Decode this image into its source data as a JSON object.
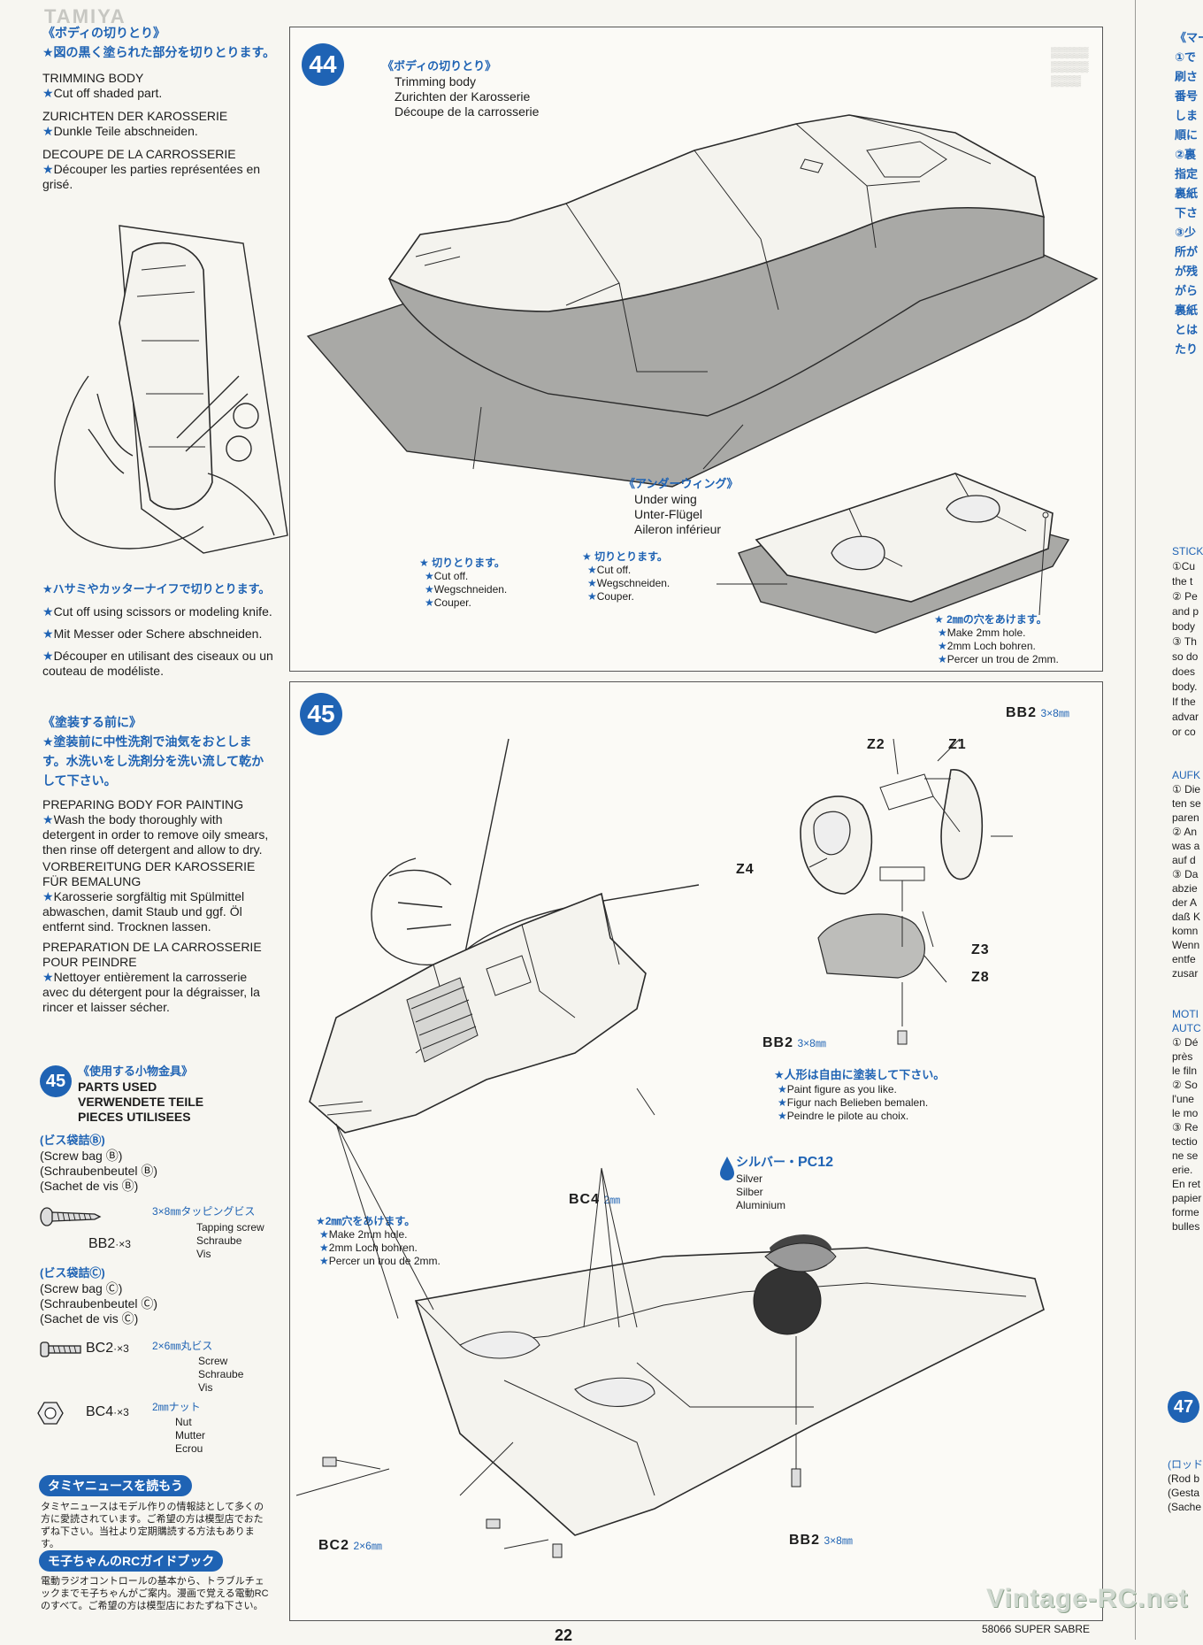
{
  "header": {
    "brand": "TAMIYA"
  },
  "left": {
    "trim": {
      "jp_title": "《ボディの切りとり》",
      "jp_text": "★図の黒く塗られた部分を切りとります。",
      "en_title": "TRIMMING BODY",
      "en_text": "Cut off shaded part.",
      "de_title": "ZURICHTEN DER KAROSSERIE",
      "de_text": "Dunkle Teile abschneiden.",
      "fr_title": "DECOUPE DE LA CARROSSERIE",
      "fr_text": "Découper les parties représentées en grisé."
    },
    "scissors": {
      "jp": "★ハサミやカッターナイフで切りとります。",
      "en": "Cut off using scissors or modeling knife.",
      "de": "Mit Messer oder Schere abschneiden.",
      "fr": "Découper en utilisant des ciseaux ou un couteau de modéliste."
    },
    "paint": {
      "jp_title": "《塗装する前に》",
      "jp_text": "★塗装前に中性洗剤で油気をおとします。水洗いをし洗剤分を洗い流して乾かして下さい。",
      "en_title": "PREPARING BODY FOR PAINTING",
      "en_text": "Wash the body thoroughly with detergent in order to remove oily smears, then rinse off detergent and allow to dry.",
      "de_title": "VORBEREITUNG DER KAROSSERIE FÜR BEMALUNG",
      "de_text": "Karosserie sorgfältig mit Spülmittel abwaschen, damit Staub und ggf. Öl entfernt sind. Trocknen lassen.",
      "fr_title": "PREPARATION DE LA CARROSSERIE POUR PEINDRE",
      "fr_text": "Nettoyer entièrement la carrosserie avec du détergent pour la dégraisser, la rincer et laisser sécher."
    },
    "parts": {
      "badge": "45",
      "jp_title": "《使用する小物金具》",
      "en": "PARTS USED",
      "de": "VERWENDETE TEILE",
      "fr": "PIECES UTILISEES",
      "bagB_jp": "(ビス袋詰Ⓑ)",
      "bagB_en": "(Screw bag Ⓑ)",
      "bagB_de": "(Schraubenbeutel Ⓑ)",
      "bagB_fr": "(Sachet de vis Ⓑ)",
      "bb2_code": "BB2",
      "bb2_qty": "·×3",
      "bb2_size": "3×8㎜タッピングビス",
      "bb2_en": "Tapping screw",
      "bb2_de": "Schraube",
      "bb2_fr": "Vis",
      "bagC_jp": "(ビス袋詰Ⓒ)",
      "bagC_en": "(Screw bag Ⓒ)",
      "bagC_de": "(Schraubenbeutel Ⓒ)",
      "bagC_fr": "(Sachet de vis Ⓒ)",
      "bc2_code": "BC2",
      "bc2_qty": "·×3",
      "bc2_size": "2×6㎜丸ビス",
      "bc2_en": "Screw",
      "bc2_de": "Schraube",
      "bc2_fr": "Vis",
      "bc4_code": "BC4",
      "bc4_qty": "·×3",
      "bc4_size": "2㎜ナット",
      "bc4_en": "Nut",
      "bc4_de": "Mutter",
      "bc4_fr": "Ecrou"
    },
    "news": {
      "title": "タミヤニュースを読もう",
      "text": "タミヤニュースはモデル作りの情報誌として多くの方に愛読されています。ご希望の方は模型店でおたずね下さい。当社より定期購読する方法もあります。"
    },
    "guide": {
      "title": "モ子ちゃんのRCガイドブック",
      "text": "電動ラジオコントロールの基本から、トラブルチェックまでモ子ちゃんがご案内。漫画で覚える電動RCのすべて。ご希望の方は模型店におたずね下さい。"
    }
  },
  "step44": {
    "badge": "44",
    "jp_title": "《ボディの切りとり》",
    "en": "Trimming body",
    "de": "Zurichten der Karosserie",
    "fr": "Découpe de la carrosserie",
    "cut1_jp": "★ 切りとります。",
    "cut1_en": "Cut off.",
    "cut1_de": "Wegschneiden.",
    "cut1_fr": "Couper.",
    "cut2_jp": "★ 切りとります。",
    "cut2_en": "Cut off.",
    "cut2_de": "Wegschneiden.",
    "cut2_fr": "Couper.",
    "wing_jp": "《アンダーウィング》",
    "wing_en": "Under wing",
    "wing_de": "Unter-Flügel",
    "wing_fr": "Aileron inférieur",
    "hole_jp": "★ 2㎜の穴をあけます。",
    "hole_en": "Make 2mm hole.",
    "hole_de": "2mm Loch bohren.",
    "hole_fr": "Percer un trou de 2mm."
  },
  "step45": {
    "badge": "45",
    "z2": "Z2",
    "z1": "Z1",
    "z4": "Z4",
    "z3": "Z3",
    "z8": "Z8",
    "bb2_top": "BB2",
    "bb2_top_size": "3×8㎜",
    "bb2_mid": "BB2",
    "bb2_mid_size": "3×8㎜",
    "fig_jp": "★人形は自由に塗装して下さい。",
    "fig_en": "Paint figure as you like.",
    "fig_de": "Figur nach Belieben bemalen.",
    "fig_fr": "Peindre le pilote au choix.",
    "silver_jp": "シルバー・",
    "silver_code": "PC12",
    "silver_en": "Silver",
    "silver_de": "Silber",
    "silver_fr": "Aluminium",
    "bc4": "BC4",
    "bc4_size": "2㎜",
    "hole_jp": "★2㎜穴をあけます。",
    "hole_en": "Make 2mm hole.",
    "hole_de": "2mm Loch bohren.",
    "hole_fr": "Percer un trou de 2mm.",
    "bc2": "BC2",
    "bc2_size": "2×6㎜",
    "bb2_bot": "BB2",
    "bb2_bot_size": "3×8㎜"
  },
  "right_edge": {
    "lines": [
      "《マー",
      "①で",
      "刷さ",
      "番号",
      "しま",
      "順に",
      "②裏",
      "指定",
      "裏紙",
      "下さ",
      "③少",
      "所が",
      "が残",
      "がら",
      "裏紙",
      "とは",
      "たり"
    ],
    "sticker_lines": [
      "STICK",
      "①Cu",
      "the t",
      "② Pe",
      "and p",
      "body",
      "③ Th",
      "so do",
      "does",
      "body.",
      "If the",
      "advar",
      "or co"
    ],
    "aufk_lines": [
      "AUFK",
      "① Die",
      "ten se",
      "paren",
      "② An",
      "was a",
      "auf d",
      "③ Da",
      "abzie",
      "der A",
      "daß K",
      "komn",
      "Wenn",
      "entfe",
      "zusar"
    ],
    "moti_lines": [
      "MOTI",
      "AUTC",
      "① Dé",
      "près",
      "le filn",
      "② So",
      "l'une",
      "le mo",
      "③ Re",
      "tectio",
      "ne se",
      "erie.",
      "En ret",
      "papier",
      "forme",
      "bulles"
    ],
    "badge47": "47",
    "rod_lines": [
      "(ロッド",
      "(Rod b",
      "(Gesta",
      "(Sache"
    ]
  },
  "footer": {
    "page": "22",
    "code": "58066 SUPER SABRE",
    "watermark": "Vintage-RC.net"
  }
}
